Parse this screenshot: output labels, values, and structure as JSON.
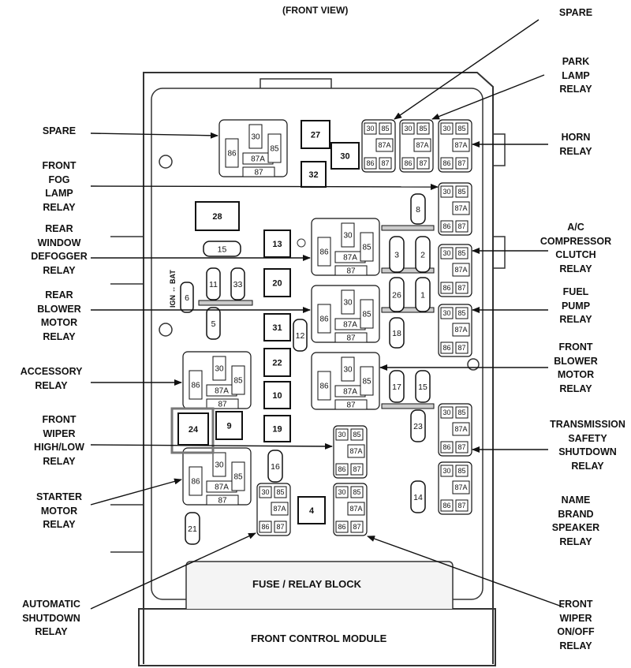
{
  "title": "(FRONT VIEW)",
  "block_label": "FUSE / RELAY BLOCK",
  "module_label": "FRONT CONTROL MODULE",
  "ign_bat_label": "IGN ↔ BAT",
  "callouts_left": [
    "SPARE",
    "FRONT FOG LAMP RELAY",
    "REAR WINDOW DEFOGGER RELAY",
    "REAR BLOWER MOTOR RELAY",
    "ACCESSORY RELAY",
    "FRONT WIPER HIGH/LOW RELAY",
    "STARTER MOTOR RELAY",
    "AUTOMATIC SHUTDOWN RELAY"
  ],
  "callouts_right": [
    "SPARE",
    "PARK LAMP RELAY",
    "HORN RELAY",
    "A/C COMPRESSOR CLUTCH RELAY",
    "FUEL PUMP RELAY",
    "FRONT BLOWER MOTOR RELAY",
    "TRANSMISSION SAFETY SHUTDOWN RELAY",
    "NAME BRAND SPEAKER RELAY",
    "FRONT WIPER ON/OFF RELAY"
  ],
  "iso_relay_pins": [
    "30",
    "86",
    "87A",
    "85",
    "87"
  ],
  "micro_relay_pins": [
    "30",
    "85",
    "87A",
    "86",
    "87"
  ],
  "cartridge_fuses": [
    "27",
    "30",
    "32",
    "28",
    "13",
    "20",
    "31",
    "22",
    "10",
    "19",
    "9",
    "4",
    "24"
  ],
  "mini_fuses": [
    "15",
    "11",
    "33",
    "6",
    "5",
    "12",
    "8",
    "3",
    "2",
    "26",
    "1",
    "18",
    "17",
    "15",
    "23",
    "16",
    "21",
    "14"
  ],
  "colors": {
    "line": "#111111",
    "housing": "#333333",
    "frame_24": "#777777"
  }
}
